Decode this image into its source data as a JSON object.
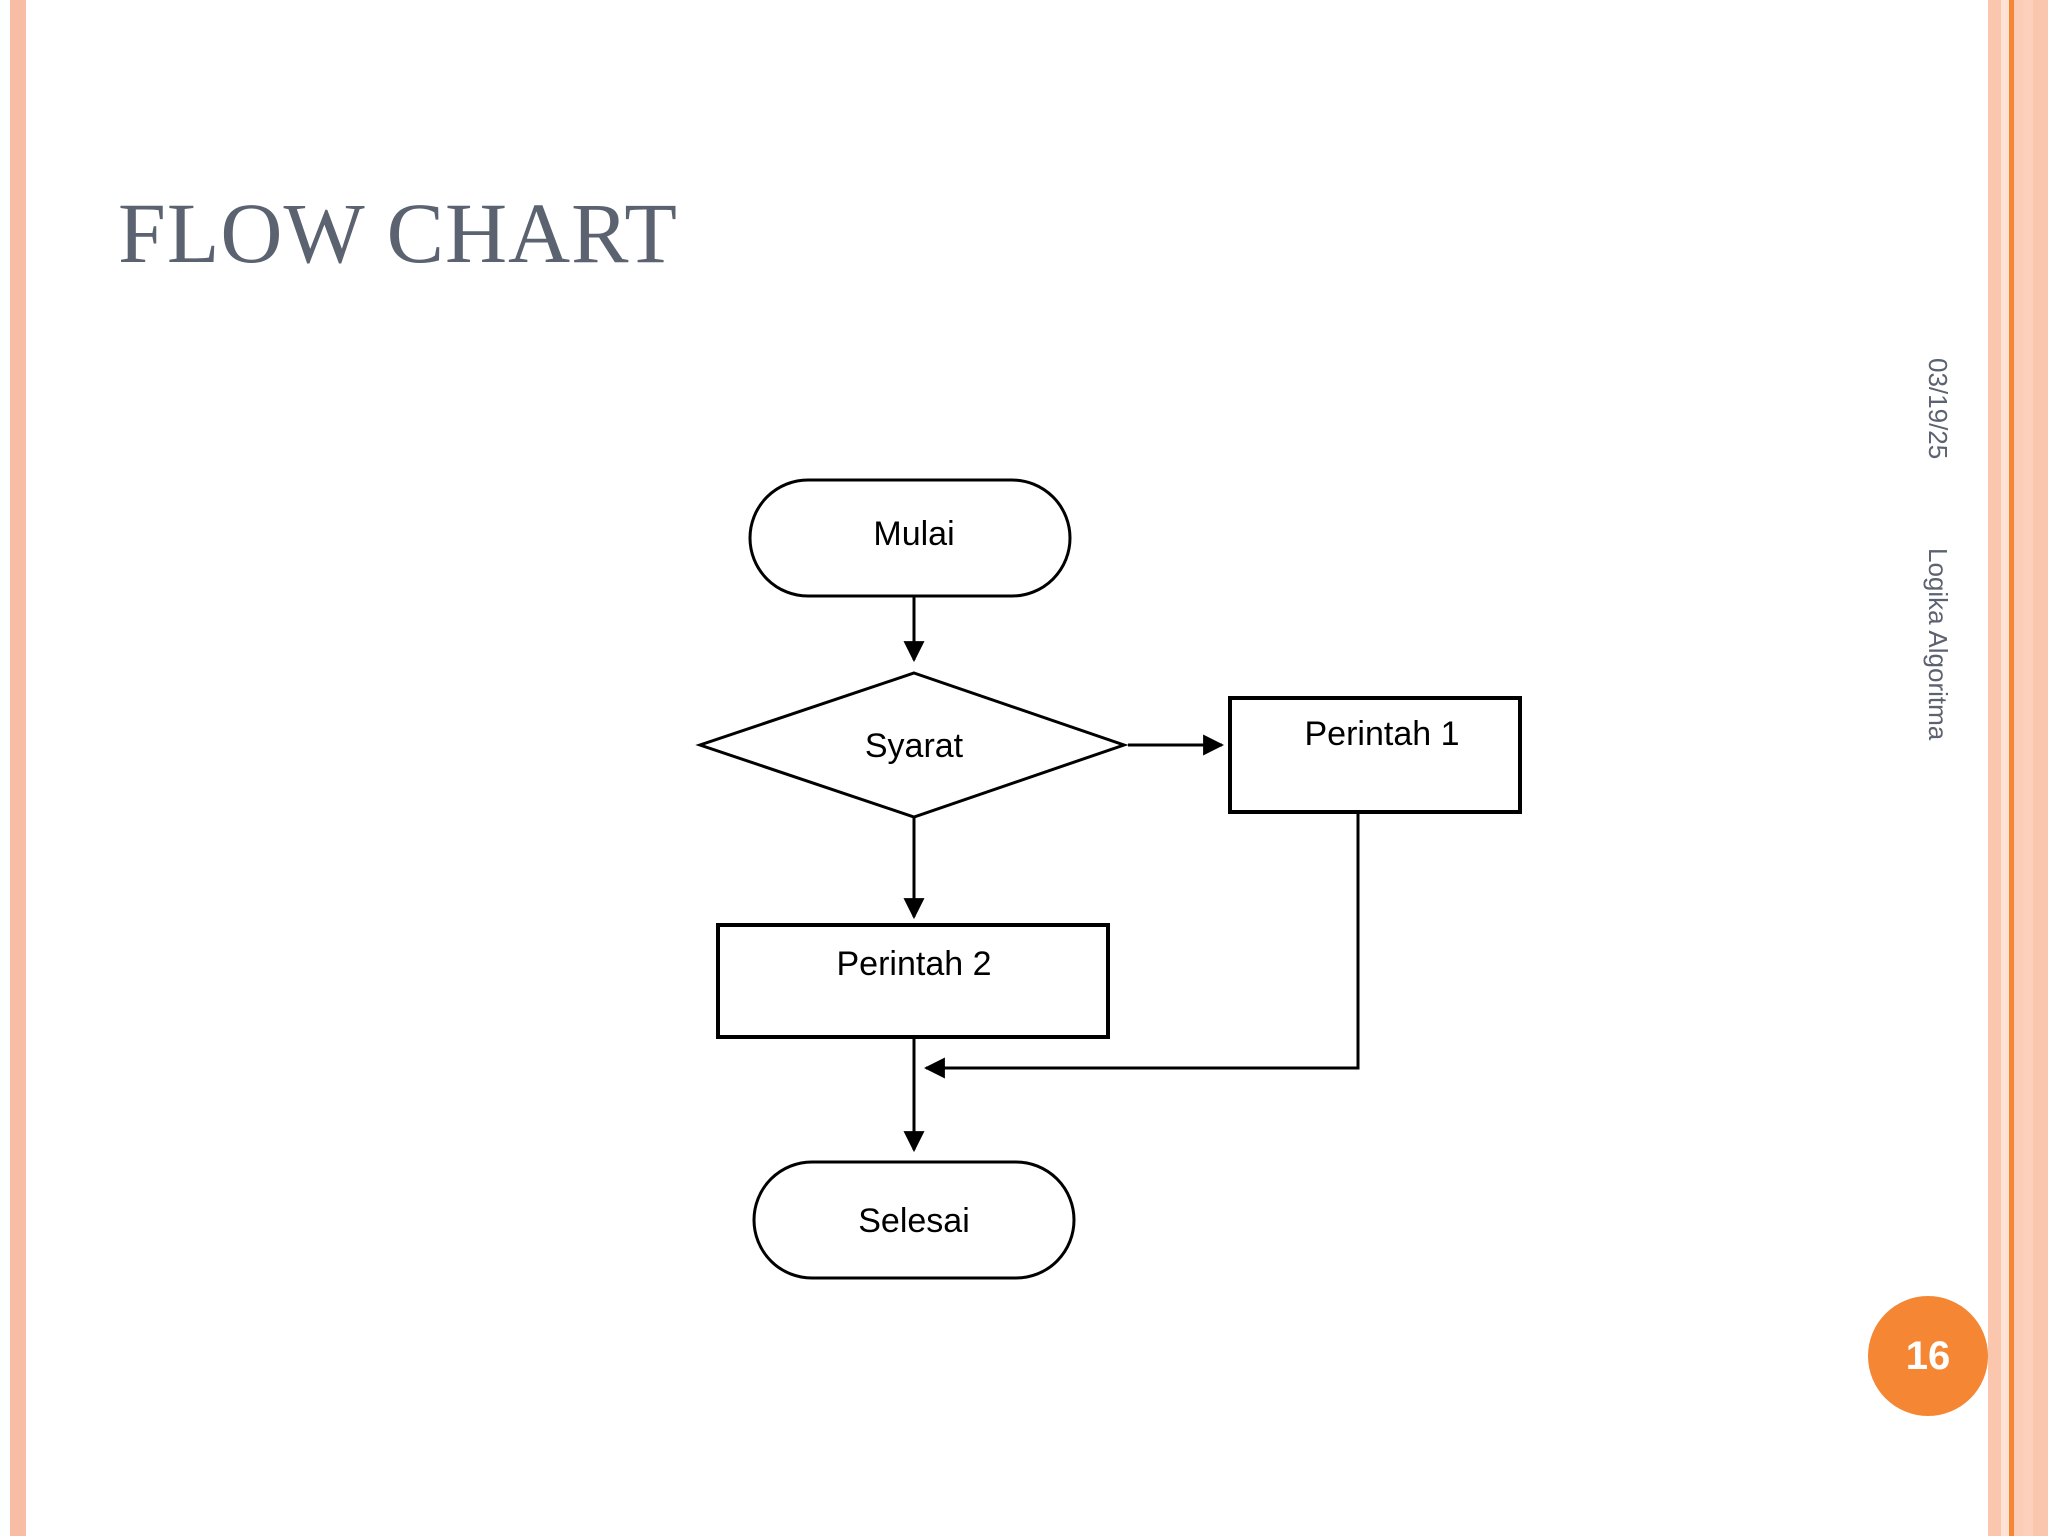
{
  "slide": {
    "title": "FLOW CHART",
    "page_number": "16",
    "sidebar": {
      "date": "03/19/25",
      "subject": "Logika Algoritma"
    },
    "colors": {
      "title_text": "#5b6270",
      "badge_fill": "#f58634",
      "badge_text": "#ffffff",
      "stripe_salmon": "#fbc6ae",
      "stripe_orange": "#f58634",
      "node_stroke": "#000000",
      "node_fill": "#ffffff"
    }
  },
  "chart_data": {
    "type": "flowchart",
    "title": "FLOW CHART",
    "nodes": [
      {
        "id": "mulai",
        "label": "Mulai",
        "shape": "terminator"
      },
      {
        "id": "syarat",
        "label": "Syarat",
        "shape": "decision"
      },
      {
        "id": "perintah1",
        "label": "Perintah 1",
        "shape": "process"
      },
      {
        "id": "perintah2",
        "label": "Perintah 2",
        "shape": "process"
      },
      {
        "id": "selesai",
        "label": "Selesai",
        "shape": "terminator"
      }
    ],
    "edges": [
      {
        "from": "mulai",
        "to": "syarat",
        "label": "",
        "direction": "down"
      },
      {
        "from": "syarat",
        "to": "perintah1",
        "label": "",
        "direction": "right"
      },
      {
        "from": "syarat",
        "to": "perintah2",
        "label": "",
        "direction": "down"
      },
      {
        "from": "perintah1",
        "to": "merge",
        "label": "",
        "direction": "down-left"
      },
      {
        "from": "perintah2",
        "to": "selesai",
        "label": "",
        "direction": "down"
      }
    ]
  }
}
